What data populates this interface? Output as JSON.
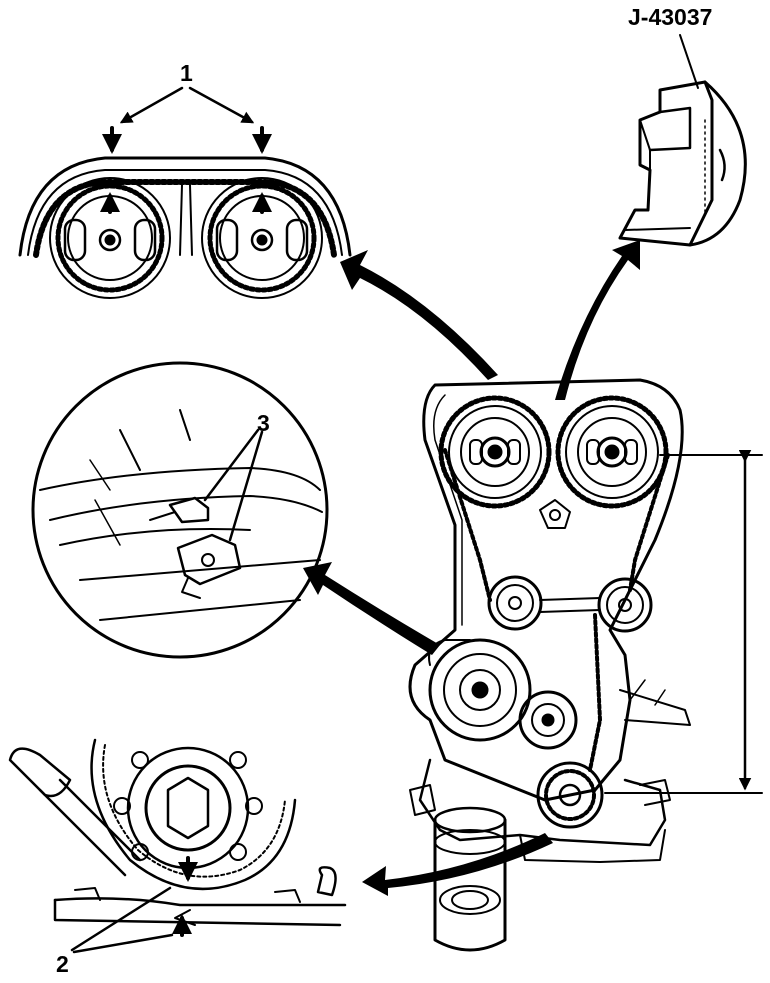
{
  "labels": {
    "tool": "J-43037",
    "callout_1": "1",
    "callout_2": "2",
    "callout_3": "3"
  },
  "colors": {
    "ink": "#000000",
    "paper": "#ffffff"
  },
  "icons": {
    "pointer_arrow": "curved-arrow"
  }
}
